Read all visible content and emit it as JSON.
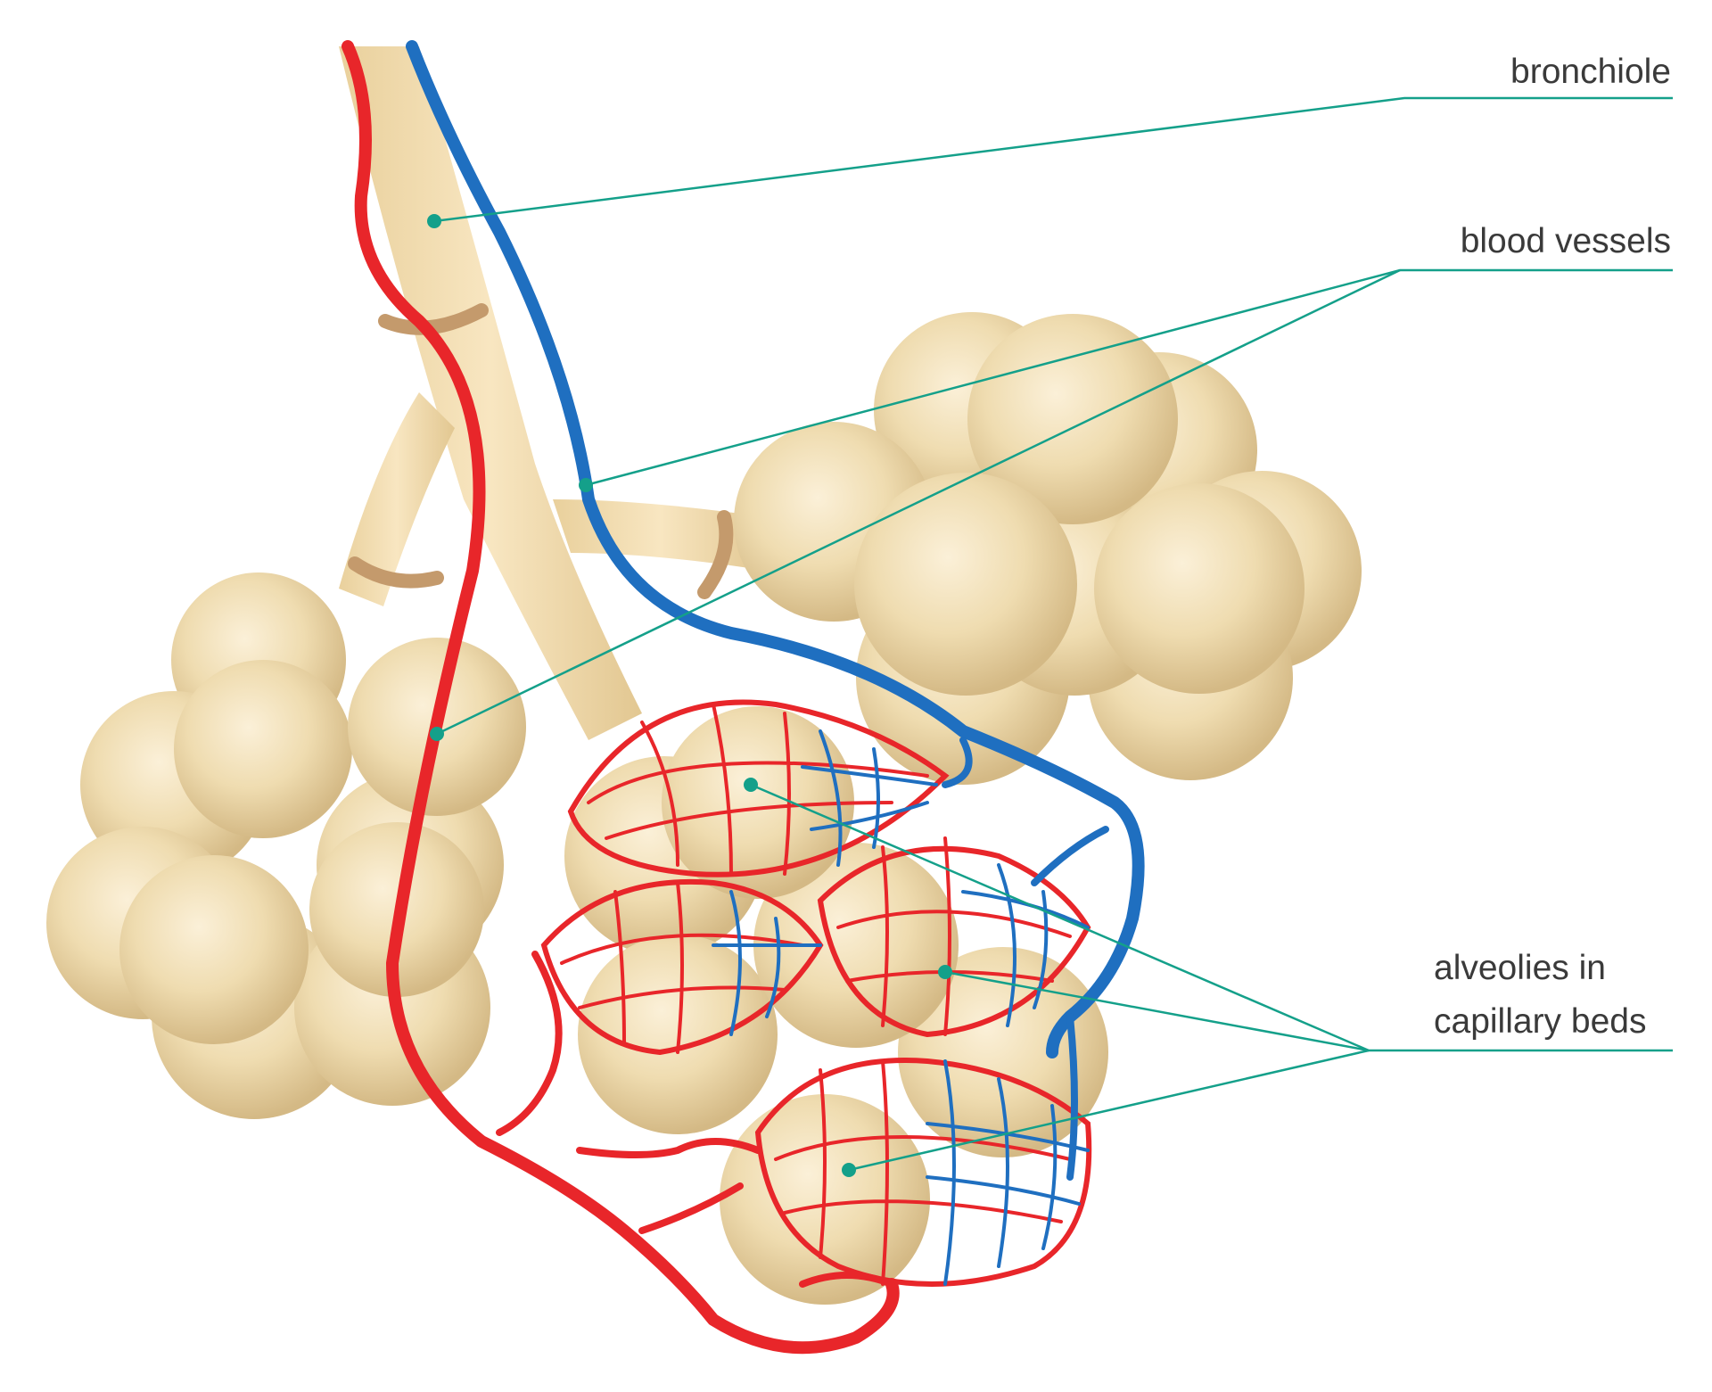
{
  "labels": {
    "bronchiole": "bronchiole",
    "blood_vessels": "blood vessels",
    "alveoli_line1": "alveolies in",
    "alveoli_line2": "capillary beds"
  },
  "colors": {
    "background": "#ffffff",
    "tissue": "#f3deb4",
    "tissue_shadow": "#d8bd86",
    "cartilage_ring": "#c49a6c",
    "artery_red": "#e8262a",
    "vein_blue": "#1f6fc0",
    "leader_line": "#14a08a",
    "label_text": "#3a3a3a"
  }
}
